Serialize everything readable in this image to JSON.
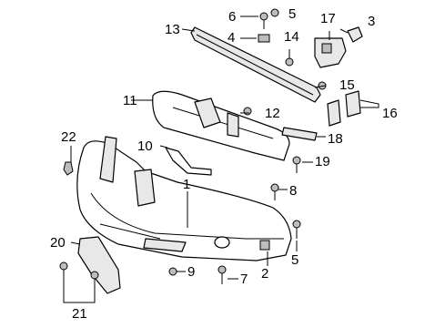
{
  "callouts": [
    {
      "id": "c1",
      "text": "1"
    },
    {
      "id": "c2",
      "text": "2"
    },
    {
      "id": "c3",
      "text": "3"
    },
    {
      "id": "c4",
      "text": "4"
    },
    {
      "id": "c5a",
      "text": "5"
    },
    {
      "id": "c5b",
      "text": "5"
    },
    {
      "id": "c6",
      "text": "6"
    },
    {
      "id": "c7",
      "text": "7"
    },
    {
      "id": "c8",
      "text": "8"
    },
    {
      "id": "c9",
      "text": "9"
    },
    {
      "id": "c10",
      "text": "10"
    },
    {
      "id": "c11",
      "text": "11"
    },
    {
      "id": "c12",
      "text": "12"
    },
    {
      "id": "c13",
      "text": "13"
    },
    {
      "id": "c14",
      "text": "14"
    },
    {
      "id": "c15",
      "text": "15"
    },
    {
      "id": "c16",
      "text": "16"
    },
    {
      "id": "c17",
      "text": "17"
    },
    {
      "id": "c18",
      "text": "18"
    },
    {
      "id": "c19",
      "text": "19"
    },
    {
      "id": "c20",
      "text": "20"
    },
    {
      "id": "c21",
      "text": "21"
    },
    {
      "id": "c22",
      "text": "22"
    }
  ],
  "colors": {
    "line": "#000000",
    "background": "#ffffff",
    "shade": "#e8e8e8"
  }
}
